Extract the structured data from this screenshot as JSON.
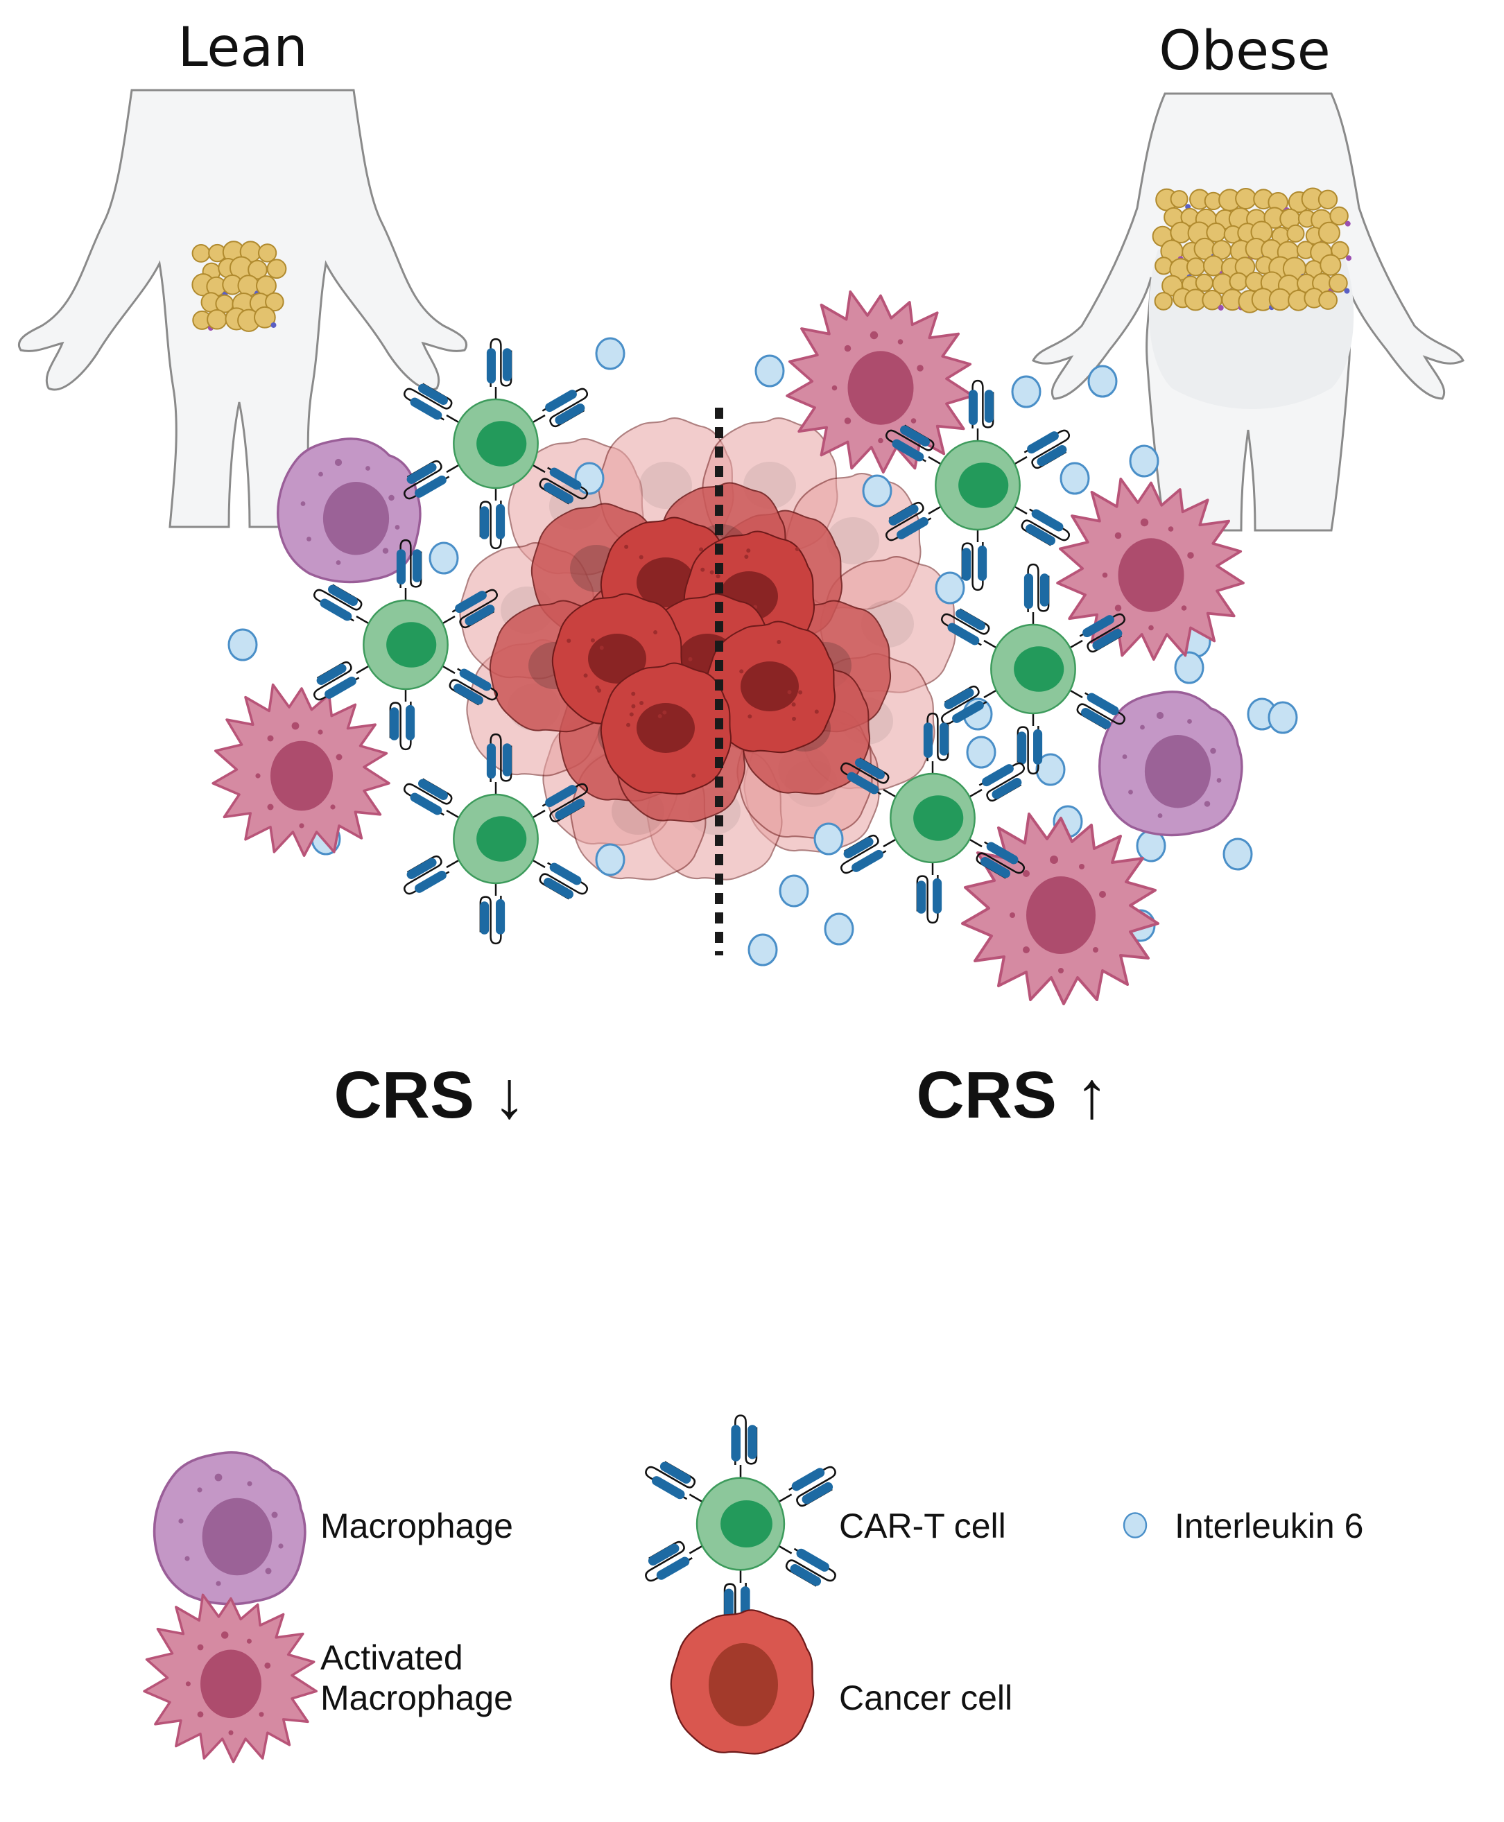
{
  "figure": {
    "left_group_label": "Lean",
    "right_group_label": "Obese",
    "left_outcome": "CRS ↓",
    "right_outcome": "CRS ↑",
    "divider": "dashed vertical line separating lean and obese sides"
  },
  "colors": {
    "body_fill": "#f4f5f6",
    "body_stroke": "#8a8a8a",
    "fat_fill": "#e3c26e",
    "fat_stroke": "#b08a2e",
    "cart_outer": "#8cc79b",
    "cart_nucleus": "#239a5b",
    "cart_stroke": "#3d9b5c",
    "receptor": "#1d6aa3",
    "macrophage_fill": "#c497c6",
    "macrophage_nucleus": "#9b6297",
    "macrophage_stroke": "#9a5e98",
    "activated_fill": "#d58aa2",
    "activated_nucleus": "#ad4c6d",
    "activated_stroke": "#b85478",
    "cancer_fill": "#c9413f",
    "cancer_nucleus": "#8a2424",
    "cancer_light": "#e8a3a3",
    "cancer_legend_fill": "#d9574f",
    "cancer_legend_nucleus": "#a33a2b",
    "il6_fill": "#c6e1f3",
    "il6_stroke": "#4a8fc8",
    "divider": "#1a1a1a"
  },
  "legend": {
    "items": [
      {
        "key": "macrophage",
        "label": "Macrophage"
      },
      {
        "key": "activated",
        "label_line1": "Activated",
        "label_line2": "Macrophage"
      },
      {
        "key": "cart",
        "label": "CAR-T cell"
      },
      {
        "key": "cancer",
        "label": "Cancer cell"
      },
      {
        "key": "il6",
        "label": "Interleukin 6"
      }
    ]
  },
  "scene": {
    "lean_side": {
      "cart_cells": 3,
      "macrophages": 1,
      "activated_macrophages": 1,
      "il6_count": 6
    },
    "obese_side": {
      "cart_cells": 3,
      "macrophages": 1,
      "activated_macrophages": 3,
      "il6_count": 22
    }
  }
}
